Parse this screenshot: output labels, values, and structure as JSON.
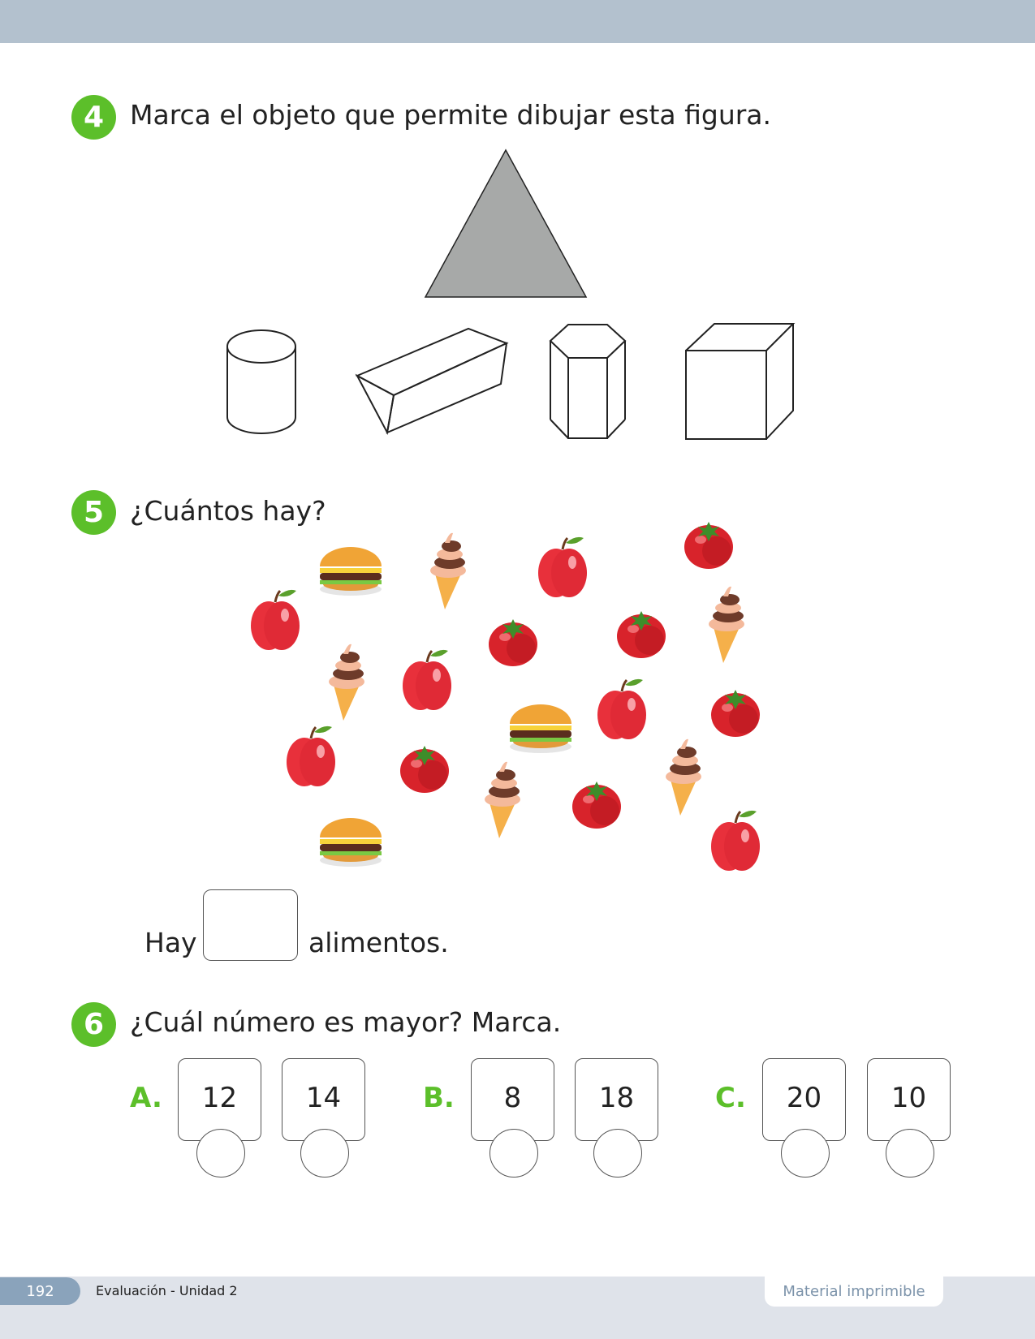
{
  "q4": {
    "number": "4",
    "text": "Marca el objeto que permite dibujar esta figura."
  },
  "q5": {
    "number": "5",
    "text": "¿Cuántos hay?",
    "hay": "Hay",
    "alimentos": "alimentos.",
    "counts": {
      "apple": 6,
      "tomato": 6,
      "ice_cream": 5,
      "burger": 3
    }
  },
  "q6": {
    "number": "6",
    "text": "¿Cuál número es mayor? Marca.",
    "options": [
      {
        "label": "A.",
        "values": [
          "12",
          "14"
        ]
      },
      {
        "label": "B.",
        "values": [
          "8",
          "18"
        ]
      },
      {
        "label": "C.",
        "values": [
          "20",
          "10"
        ]
      }
    ]
  },
  "footer": {
    "page": "192",
    "unit": "Evaluación - Unidad 2",
    "tab": "Material imprimible"
  },
  "colors": {
    "accent": "#5cbf2a",
    "topbar": "#b3c1ce",
    "footer": "#dfe3ea"
  }
}
